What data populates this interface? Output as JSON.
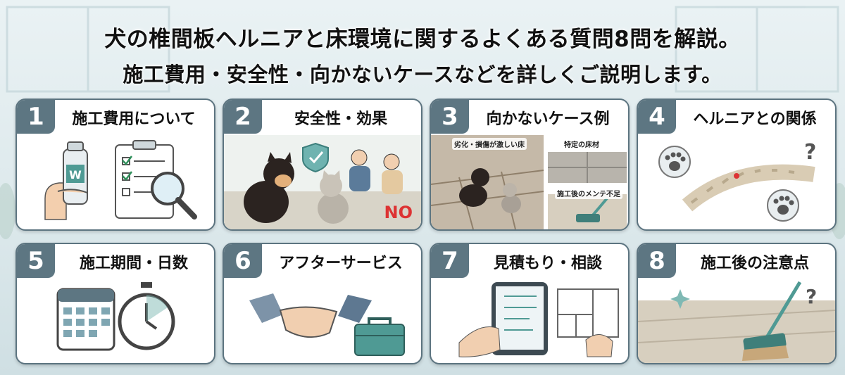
{
  "header": {
    "title_line1": "犬の椎間板ヘルニアと床環境に関するよくある質問8問を解説。",
    "title_line2": "施工費用・安全性・向かないケースなどを詳しくご説明します。"
  },
  "cards": [
    {
      "number": "1",
      "title": "施工費用について",
      "bottle_label": "W",
      "icons": [
        "hand-bottle-icon",
        "clipboard-checklist-icon",
        "magnifier-icon"
      ]
    },
    {
      "number": "2",
      "title": "安全性・効果",
      "badge": "NO",
      "icons": [
        "shield-check-icon",
        "shiba-dog-icon",
        "cat-icon",
        "family-icon"
      ]
    },
    {
      "number": "3",
      "title": "向かないケース例",
      "labels": [
        "劣化・損傷が激しい床",
        "特定の床材",
        "施工後のメンテ不足"
      ],
      "icons": [
        "worn-floor-icon",
        "tile-floor-icon",
        "broom-icon"
      ]
    },
    {
      "number": "4",
      "title": "ヘルニアとの関係",
      "icons": [
        "paw-icon",
        "spine-icon",
        "question-icon"
      ]
    },
    {
      "number": "5",
      "title": "施工期間・日数",
      "icons": [
        "calendar-icon",
        "stopwatch-icon"
      ]
    },
    {
      "number": "6",
      "title": "アフターサービス",
      "icons": [
        "handshake-icon",
        "toolbox-icon"
      ]
    },
    {
      "number": "7",
      "title": "見積もり・相談",
      "icons": [
        "tablet-icon",
        "floorplan-icon"
      ]
    },
    {
      "number": "8",
      "title": "施工後の注意点",
      "icons": [
        "broom-icon",
        "question-icon",
        "sparkle-icon"
      ]
    }
  ],
  "colors": {
    "card_border": "#5c7480",
    "number_badge": "#5d7682",
    "accent_teal": "#4f9a94",
    "no_red": "#d33333"
  }
}
